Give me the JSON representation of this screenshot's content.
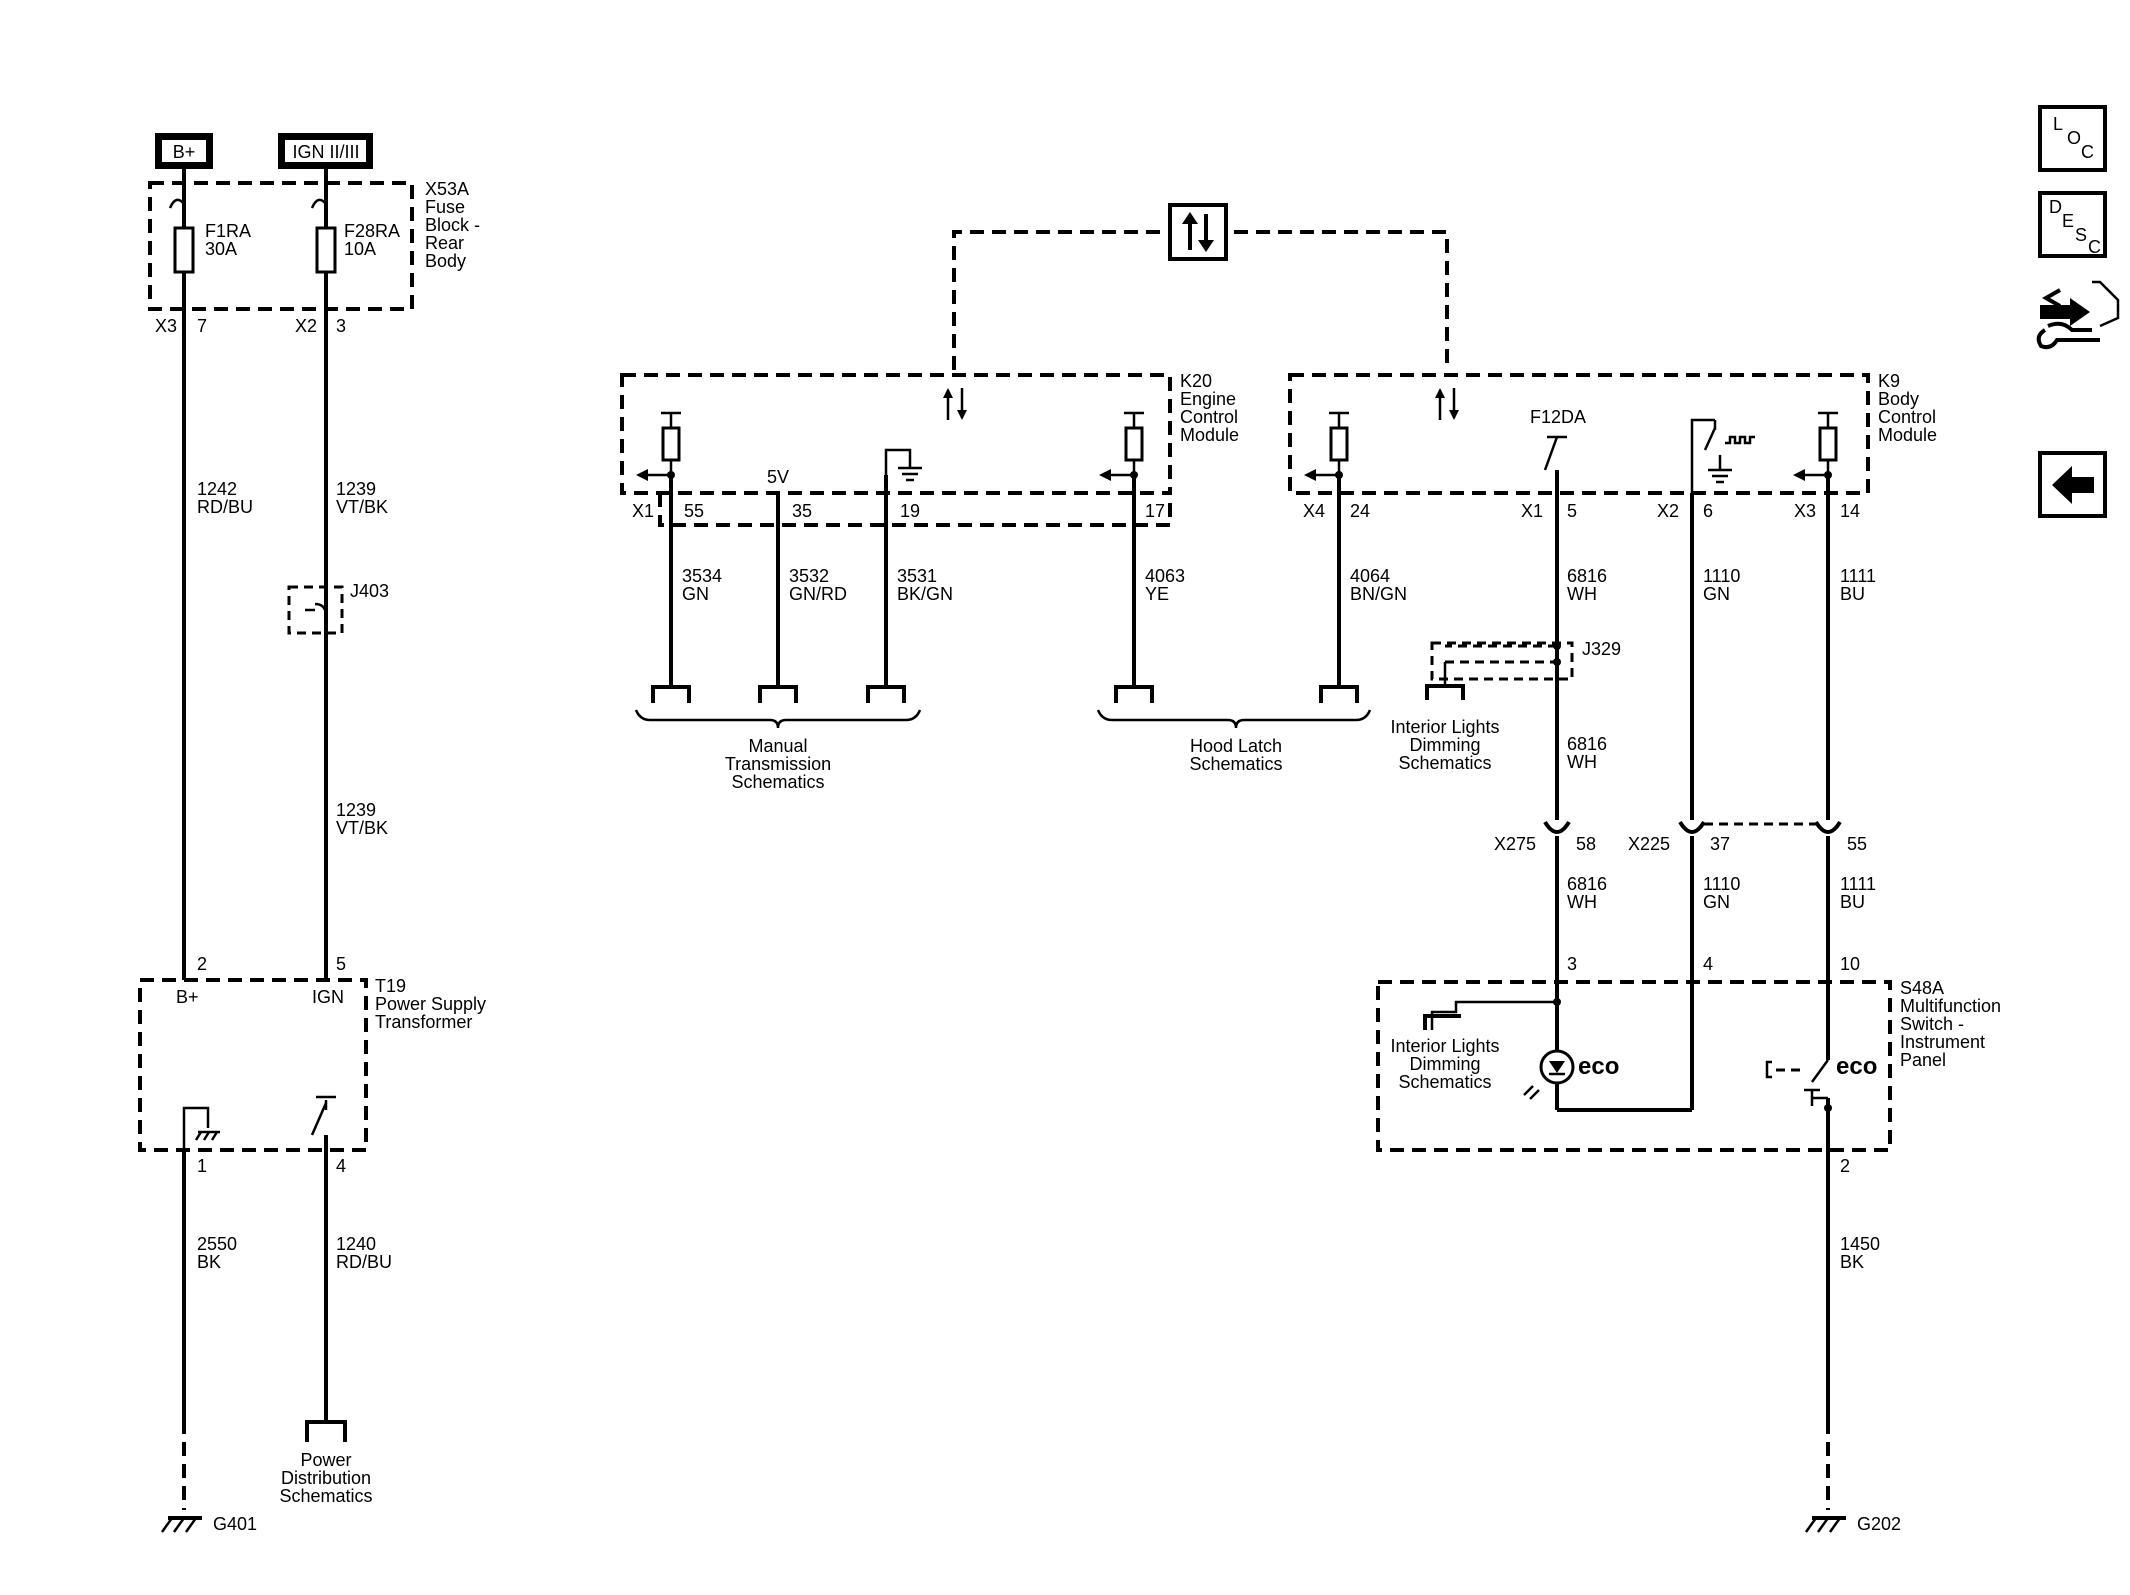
{
  "power": {
    "bplus": "B+",
    "ign": "IGN II/III"
  },
  "x53a": {
    "name": "X53A",
    "l2": "Fuse",
    "l3": "Block -",
    "l4": "Rear",
    "l5": "Body",
    "f1": "F1RA",
    "f1a": "30A",
    "f2": "F28RA",
    "f2a": "10A",
    "c1": "X3",
    "p1": "7",
    "c2": "X2",
    "p2": "3"
  },
  "wires": {
    "w1242": {
      "num": "1242",
      "color": "RD/BU"
    },
    "w1239": {
      "num": "1239",
      "color": "VT/BK"
    },
    "w2550": {
      "num": "2550",
      "color": "BK"
    },
    "w1240": {
      "num": "1240",
      "color": "RD/BU"
    },
    "w3534": {
      "num": "3534",
      "color": "GN"
    },
    "w3532": {
      "num": "3532",
      "color": "GN/RD"
    },
    "w3531": {
      "num": "3531",
      "color": "BK/GN"
    },
    "w4063": {
      "num": "4063",
      "color": "YE"
    },
    "w4064": {
      "num": "4064",
      "color": "BN/GN"
    },
    "w6816": {
      "num": "6816",
      "color": "WH"
    },
    "w1110": {
      "num": "1110",
      "color": "GN"
    },
    "w1111": {
      "num": "1111",
      "color": "BU"
    },
    "w1450": {
      "num": "1450",
      "color": "BK"
    }
  },
  "j403": "J403",
  "t19": {
    "name": "T19",
    "l2": "Power Supply",
    "l3": "Transformer",
    "pin_b": "2",
    "pin_ign": "5",
    "lbl_b": "B+",
    "lbl_ign": "IGN",
    "pin1": "1",
    "pin4": "4"
  },
  "g401": "G401",
  "g202": "G202",
  "pds": {
    "l1": "Power",
    "l2": "Distribution",
    "l3": "Schematics"
  },
  "k20": {
    "name": "K20",
    "l2": "Engine",
    "l3": "Control",
    "l4": "Module",
    "conn": "X1",
    "p55": "55",
    "p35": "35",
    "p19": "19",
    "p17": "17",
    "v5": "5V"
  },
  "k9": {
    "name": "K9",
    "l2": "Body",
    "l3": "Control",
    "l4": "Module",
    "x4": "X4",
    "p24": "24",
    "x1": "X1",
    "p5": "5",
    "x2": "X2",
    "p6": "6",
    "x3": "X3",
    "p14": "14",
    "fuse": "F12DA"
  },
  "mts": {
    "l1": "Manual",
    "l2": "Transmission",
    "l3": "Schematics"
  },
  "hls": {
    "l1": "Hood Latch",
    "l2": "Schematics"
  },
  "j329": "J329",
  "ild": {
    "l1": "Interior Lights",
    "l2": "Dimming",
    "l3": "Schematics"
  },
  "inline": {
    "x275": "X275",
    "p58": "58",
    "x225": "X225",
    "p37": "37",
    "p55": "55"
  },
  "s48a": {
    "name": "S48A",
    "l2": "Multifunction",
    "l3": "Switch -",
    "l4": "Instrument",
    "l5": "Panel",
    "p3": "3",
    "p4": "4",
    "p10": "10",
    "p2": "2",
    "eco": "eco"
  },
  "nav": {
    "loc_l": "L",
    "loc_o": "O",
    "loc_c": "C",
    "desc_d": "D",
    "desc_e": "E",
    "desc_s": "S",
    "desc_c": "C"
  }
}
